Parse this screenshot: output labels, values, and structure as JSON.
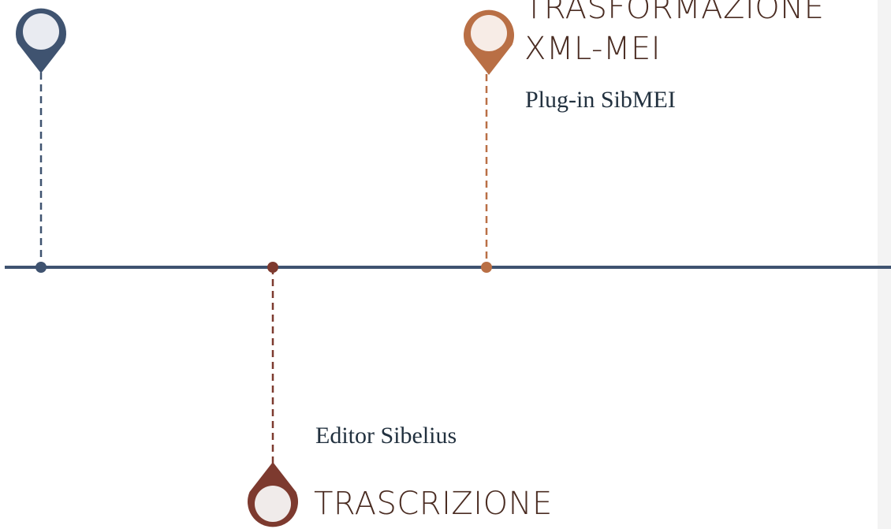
{
  "colors": {
    "axis": "#3f5370",
    "marker_1": "#3f5370",
    "marker_2": "#7d3a2f",
    "marker_3": "#b96f45",
    "heading_text": "#4a2c22",
    "sub_text": "#22313f"
  },
  "milestones": [
    {
      "title": "",
      "tool": "",
      "icon": "map-pin-icon"
    },
    {
      "title": "TRASCRIZIONE",
      "tool": "Editor Sibelius",
      "icon": "map-pin-icon"
    },
    {
      "title": "TRASFORMAZIONE XML-MEI",
      "title_lines": [
        "TRASFORMAZIONE",
        "XML-MEI"
      ],
      "tool": "Plug-in SibMEI",
      "icon": "map-pin-icon"
    }
  ]
}
